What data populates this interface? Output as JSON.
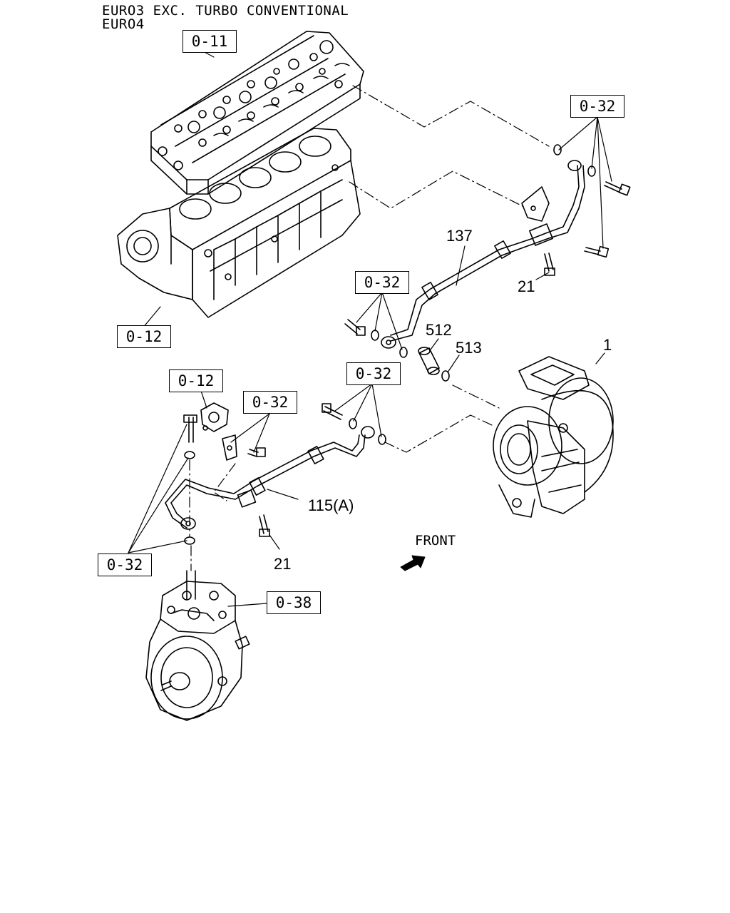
{
  "header": {
    "line1": "EURO3 EXC. TURBO CONVENTIONAL",
    "line2": "EURO4"
  },
  "refs": {
    "cylinder_head": "0-11",
    "cylinder_block": "0-12",
    "bracket_upper": "0-32",
    "clip_left_upper": "0-32",
    "clip_middle": "0-32",
    "sensor": "0-12",
    "clip_small": "0-32",
    "clip_lower_left": "0-32",
    "compressor": "0-38"
  },
  "parts": {
    "pipe_upper": "137",
    "bolt_upper": "21",
    "connector": "512",
    "gasket": "513",
    "turbocharger": "1",
    "pipe_lower": "115(A)",
    "bolt_lower": "21"
  },
  "front_label": "FRONT"
}
